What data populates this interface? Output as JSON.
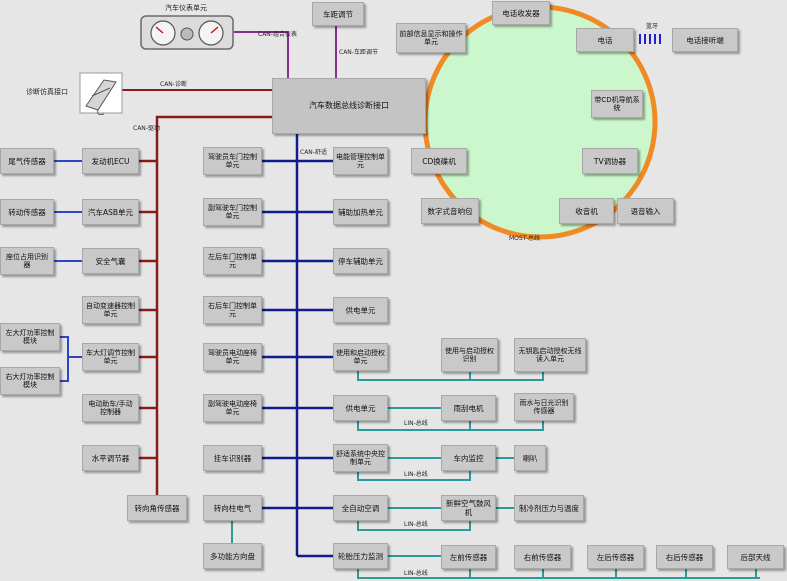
{
  "hub": {
    "label": "汽车数据总线诊断接口"
  },
  "top_devices": {
    "cluster_title": "汽车仪表单元",
    "diag_port_label": "诊断仿真接口",
    "distance_unit": "车距调节"
  },
  "bus_labels": {
    "can_combo": "CAN-组合仪表",
    "can_distance": "CAN-车距调节",
    "can_diag": "CAN-诊断",
    "can_drive": "CAN-驱动",
    "can_comfort": "CAN-舒适",
    "most": "MOST-总线",
    "bluetooth": "蓝牙",
    "lin1": "LIN-总线",
    "lin2": "LIN-总线",
    "lin3": "LIN-总线",
    "lin4": "LIN-总线"
  },
  "most_ring": {
    "front_display": "前部信息显示和操作单元",
    "phone_transceiver": "电话收发器",
    "phone": "电话",
    "phone_handset": "电话接听端",
    "navigation": "带CD机导航系统",
    "cd_changer": "CD换碟机",
    "tv_tuner": "TV调协器",
    "digital_audio": "数字式音响包",
    "radio": "收音机",
    "voice_input": "语音输入"
  },
  "drive_sensors": {
    "exhaust_sensor": "尾气传感器",
    "speed_sensor": "转动传感器",
    "seat_occupancy": "座位占用识别器",
    "left_headlight": "左大灯功率控制模块",
    "right_headlight": "右大灯功率控制模块"
  },
  "drive_units": {
    "engine_ecu": "发动机ECU",
    "abs_unit": "汽车ASB单元",
    "airbag": "安全气囊",
    "auto_trans": "自动变速器控制单元",
    "headlight_adjust": "车大灯调节控制单元",
    "e_parking_brake": "电动助车/手动控制器",
    "level_adjust": "水平调节器",
    "steering_angle": "转向角传感器"
  },
  "comfort_left": {
    "driver_door": "驾驶员车门控制单元",
    "passenger_door": "副驾驶车门控制单元",
    "left_rear_door": "左后车门控制单元",
    "right_rear_door": "右后车门控制单元",
    "driver_seat": "驾驶员电动座椅单元",
    "passenger_seat": "副驾驶电动座椅单元",
    "trailer_id": "挂车识别器",
    "steering_column": "转向柱电气",
    "multi_wheel": "多功能方向盘"
  },
  "comfort_right": {
    "power_mgmt": "电能管理控制单元",
    "aux_heater": "辅助加热单元",
    "park_assist": "停车辅助单元",
    "power_supply_a": "供电单元",
    "start_auth": "使用和启动授权单元",
    "power_supply_b": "供电单元",
    "comfort_central": "舒适系统中央控制单元",
    "auto_ac": "全自动空调",
    "tire_pressure": "轮胎压力监测"
  },
  "lin_devices": {
    "start_auth_id": "使用与启动授权识别",
    "keyless_entry": "无钥匙启动授权无线读入单元",
    "wiper_motor": "雨刮电机",
    "rain_light_sensor": "雨水与日光识别传感器",
    "interior_monitor": "车内监控",
    "horn": "喇叭",
    "fresh_air_blower": "新鲜空气鼓风机",
    "refrigerant_sensor": "制冷剂压力与温度",
    "left_front_sensor": "左前传感器",
    "right_front_sensor": "右前传感器",
    "left_rear_sensor": "左后传感器",
    "right_rear_sensor": "右后传感器",
    "rear_antenna": "后部天线"
  },
  "colors": {
    "background": "#e6e6e6",
    "box_fill": "#c9c9c9",
    "most_ring_stroke": "#f08a24",
    "most_ring_fill": "#ccf7cc",
    "can_drive_line": "#8b1a1a",
    "can_comfort_line": "#101c8a",
    "lin_line": "#2a9a9a",
    "combo_line": "#8a2a8a",
    "sensor_link_line": "#2f45c8",
    "bluetooth_mark": "#2222cc"
  }
}
